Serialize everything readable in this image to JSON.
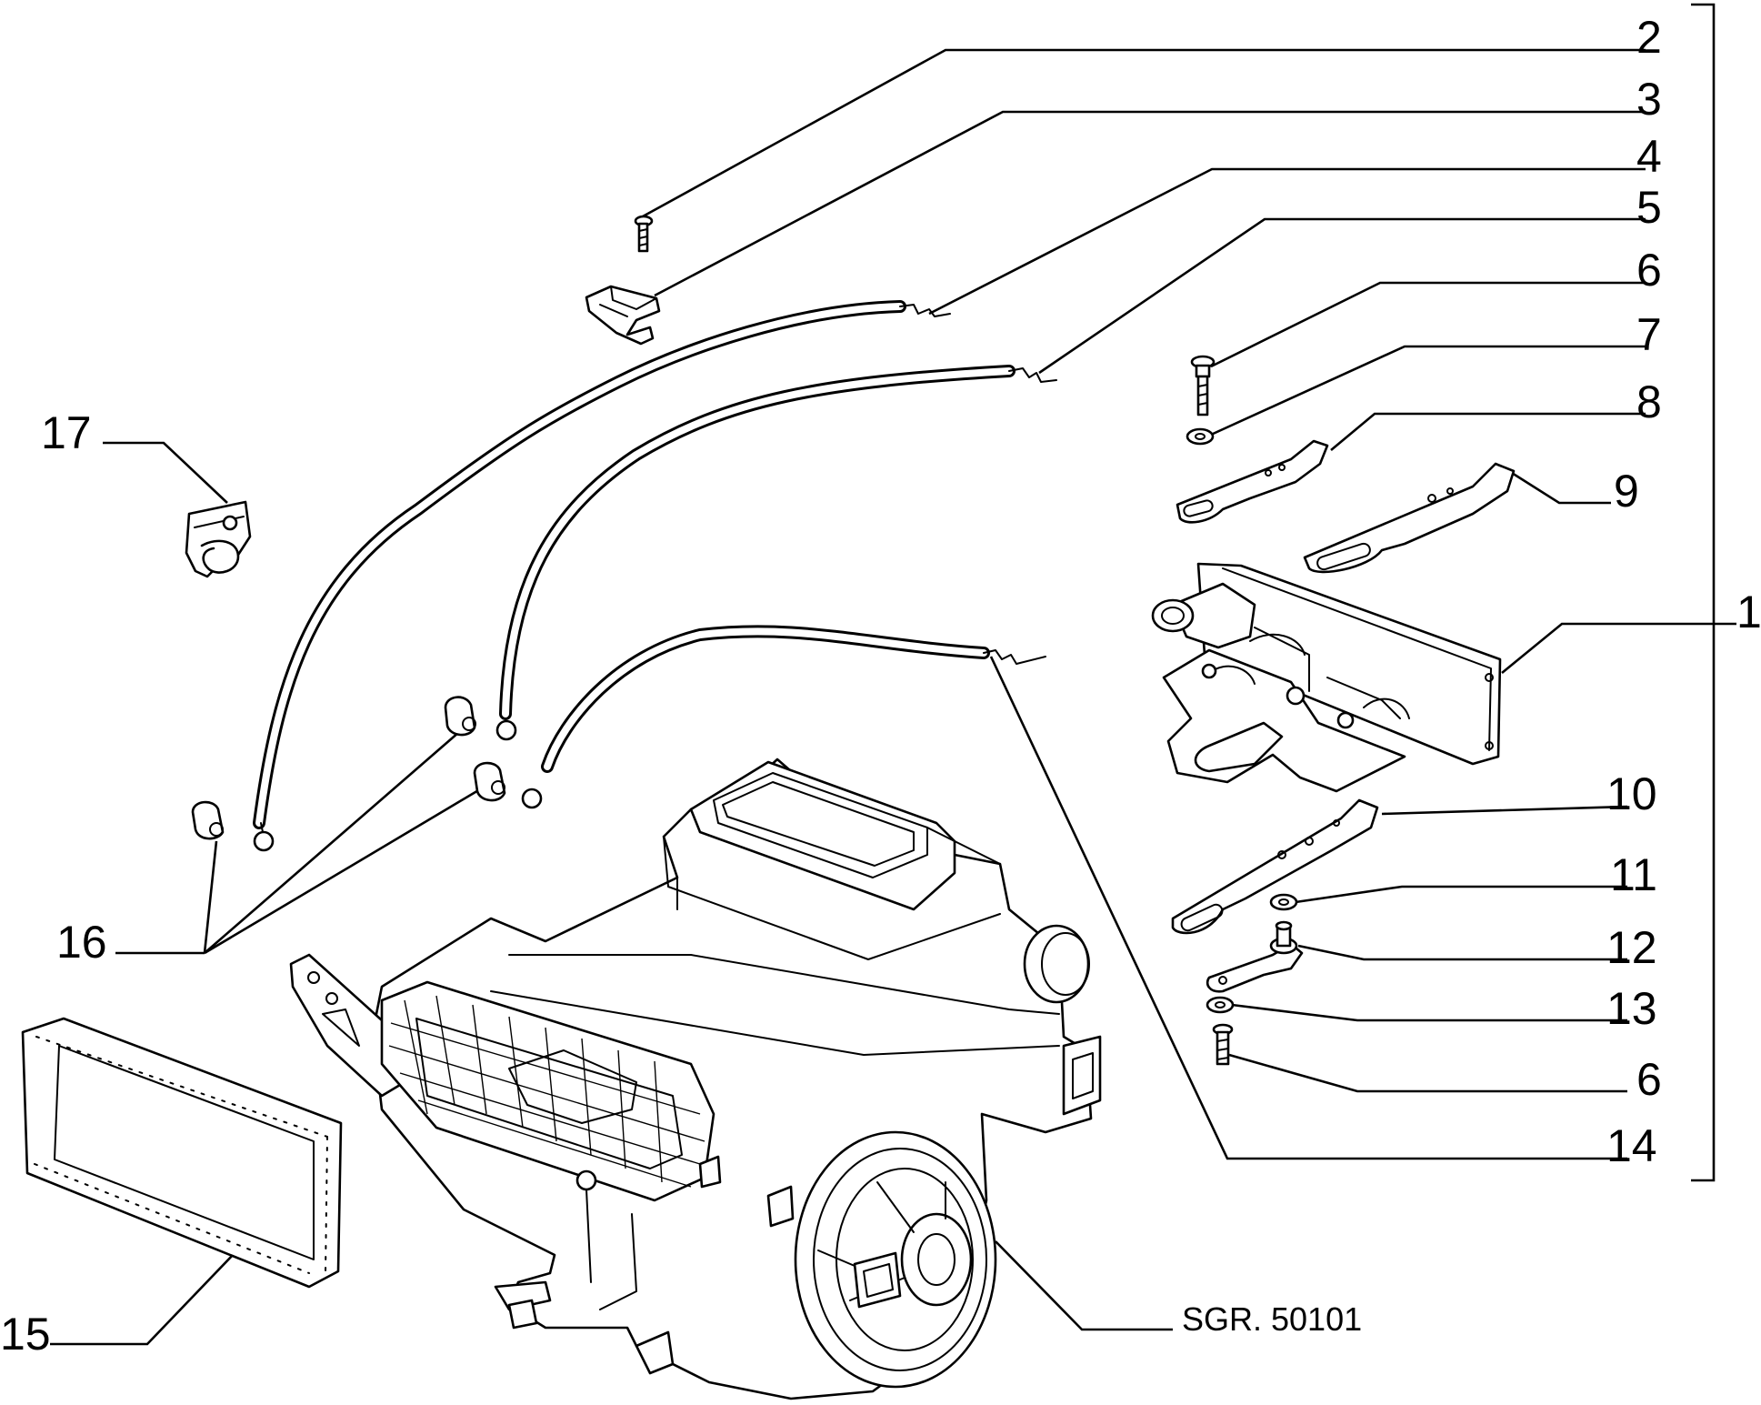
{
  "diagram": {
    "reference_code": "SGR. 50101",
    "callouts": [
      {
        "id": "c2",
        "text": "2"
      },
      {
        "id": "c3",
        "text": "3"
      },
      {
        "id": "c4",
        "text": "4"
      },
      {
        "id": "c5",
        "text": "5"
      },
      {
        "id": "c6a",
        "text": "6"
      },
      {
        "id": "c7",
        "text": "7"
      },
      {
        "id": "c8",
        "text": "8"
      },
      {
        "id": "c9",
        "text": "9"
      },
      {
        "id": "c1",
        "text": "1"
      },
      {
        "id": "c10",
        "text": "10"
      },
      {
        "id": "c11",
        "text": "11"
      },
      {
        "id": "c12",
        "text": "12"
      },
      {
        "id": "c13",
        "text": "13"
      },
      {
        "id": "c6b",
        "text": "6"
      },
      {
        "id": "c14",
        "text": "14"
      },
      {
        "id": "c17",
        "text": "17"
      },
      {
        "id": "c16",
        "text": "16"
      },
      {
        "id": "c15",
        "text": "15"
      }
    ]
  }
}
